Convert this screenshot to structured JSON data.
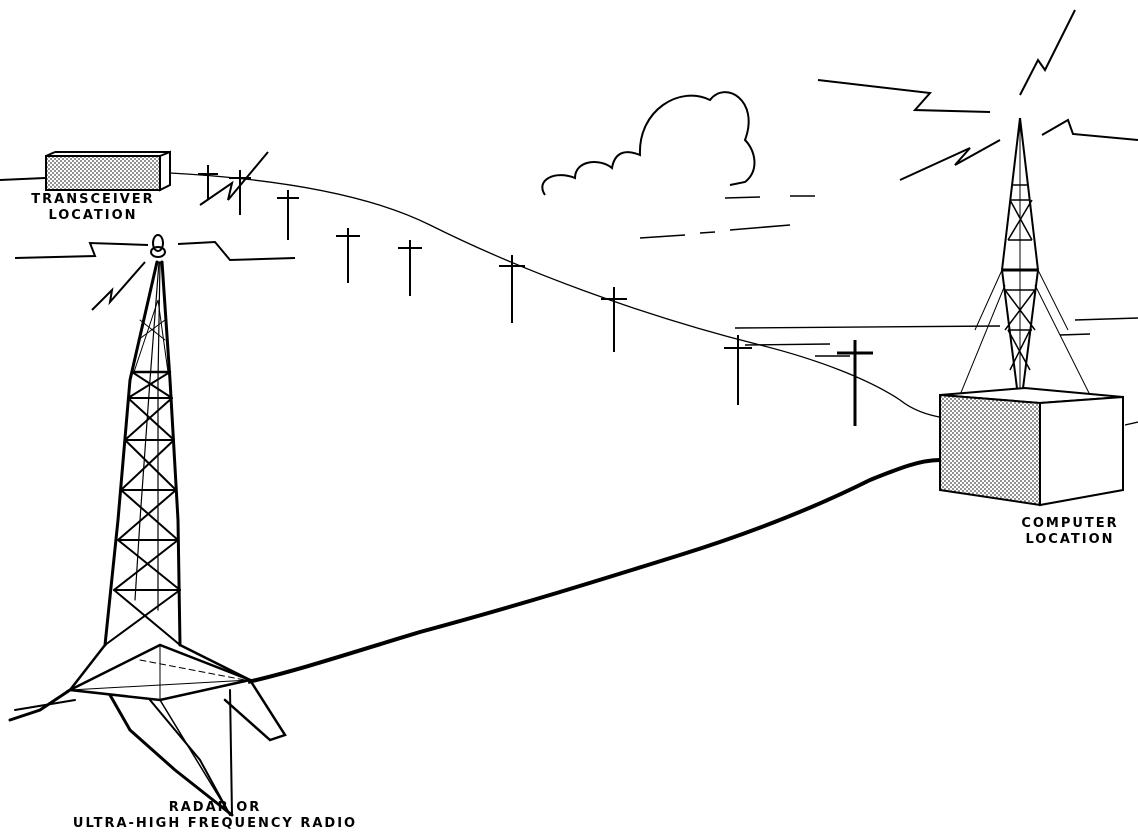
{
  "labels": {
    "transceiver": {
      "line1": "TRANSCEIVER",
      "line2": "LOCATION"
    },
    "computer": {
      "line1": "COMPUTER",
      "line2": "LOCATION"
    },
    "radio": {
      "line1": "RADAR OR",
      "line2": "ULTRA-HIGH FREQUENCY RADIO"
    }
  },
  "colors": {
    "ink": "#000000",
    "paper": "#ffffff",
    "stipple": "#555555"
  }
}
